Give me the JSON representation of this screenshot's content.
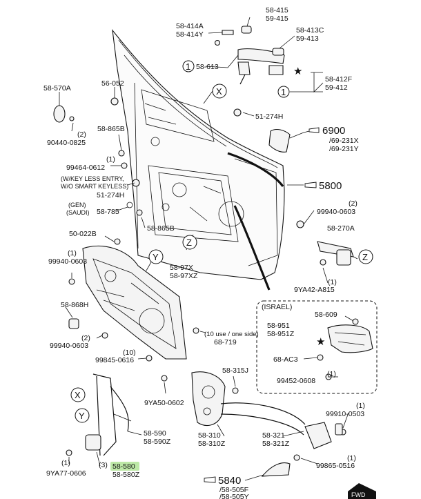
{
  "diagram": {
    "labels": {
      "l58415": "58-415",
      "l59415": "59-415",
      "l58414A": "58-414A",
      "l58414Y": "58-414Y",
      "l58413C": "58-413C",
      "l59413": "59-413",
      "l58613": "58-613",
      "l58412F": "58-412F",
      "l59412": "59-412",
      "l58570A": "58-570A",
      "l56052": "56-052",
      "l51274H_top": "51-274H",
      "q2a": "(2)",
      "l90440": "90440-0825",
      "l58865B_top": "58-865B",
      "l6900": "6900",
      "l69231X": "/69-231X",
      "l69231Y": "/69-231Y",
      "q1a": "(1)",
      "l99464": "99464-0612",
      "note_keyless1": "(W/KEY LESS ENTRY,",
      "note_keyless2": "W/O SMART KEYLESS)",
      "l51274H_mid": "51-274H",
      "l5800": "5800",
      "gen1": "(GEN)",
      "gen2": "(SAUDI)",
      "l58785": "58-785",
      "q2b": "(2)",
      "l99940_r": "99940-0603",
      "l58865B_bot": "58-865B",
      "l50022B": "50-022B",
      "l58270A": "58-270A",
      "q1b": "(1)",
      "l99940_l": "99940-0603",
      "l5897X": "58-97X",
      "l5897XZ": "58-97XZ",
      "q1c": "(1)",
      "l9YA42": "9YA42-A815",
      "l58868H": "58-868H",
      "israel": "(ISRAEL)",
      "l58609": "58-609",
      "l58951": "58-951",
      "l58951Z": "58-951Z",
      "q2c": "(2)",
      "l99940_b": "99940-0603",
      "use_note": "(10 use / one side)",
      "l68719": "68-719",
      "q10": "(10)",
      "l99845": "99845-0616",
      "l68AC3": "68-AC3",
      "q1d": "(1)",
      "l99452": "99452-0608",
      "l58315J": "58-315J",
      "l9YA50": "9YA50-0602",
      "q1e": "(1)",
      "l99910": "99910-0503",
      "l58590": "58-590",
      "l58590Z": "58-590Z",
      "l58310": "58-310",
      "l58310Z": "58-310Z",
      "l58321": "58-321",
      "l58321Z": "58-321Z",
      "q1f": "(1)",
      "q3": "(3)",
      "l58580": "58-580",
      "l58580Z": "58-580Z",
      "l9YA77": "9YA77-0606",
      "l99865": "99865-0516",
      "l5840": "5840",
      "l58505F": "/58-505F",
      "l58505Y": "/58-505Y",
      "c1a": "1",
      "c1b": "1",
      "cX1": "X",
      "cX2": "X",
      "cY1": "Y",
      "cY2": "Y",
      "cZ1": "Z",
      "cZ2": "Z",
      "fwd": "FWD"
    }
  }
}
